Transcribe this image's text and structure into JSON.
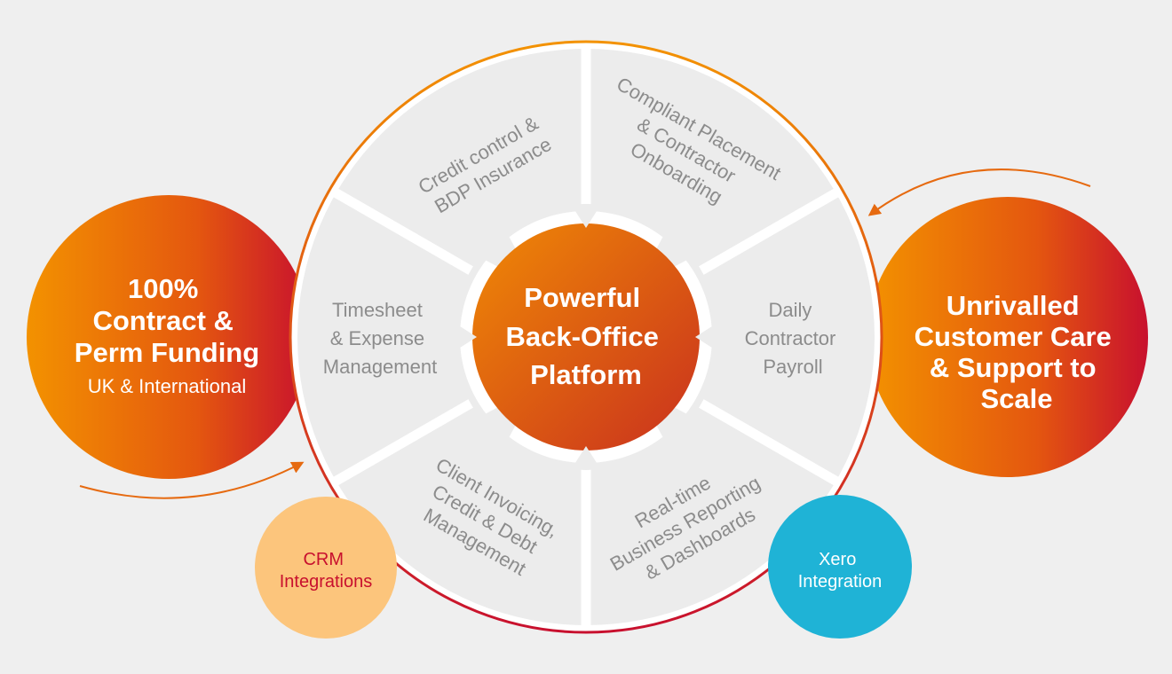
{
  "colors": {
    "background": "#efefef",
    "segment_fill": "#ececec",
    "segment_text": "#8c8c8c",
    "orange": "#f39200",
    "red": "#c8102e",
    "crm_fill": "#fcc57c",
    "crm_text": "#c8102e",
    "xero_fill": "#1fb3d6"
  },
  "hub": {
    "lines": [
      "Powerful",
      "Back-Office",
      "Platform"
    ]
  },
  "segments": {
    "credit": [
      "Credit control &",
      "BDP Insurance"
    ],
    "compliant": [
      "Compliant Placement",
      "& Contractor",
      "Onboarding"
    ],
    "payroll": [
      "Daily",
      "Contractor",
      "Payroll"
    ],
    "reporting": [
      "Real-time",
      "Business Reporting",
      "& Dashboards"
    ],
    "invoicing": [
      "Client Invoicing,",
      "Credit & Debt",
      "Management"
    ],
    "timesheet": [
      "Timesheet",
      "& Expense",
      "Management"
    ]
  },
  "funding": {
    "title_lines": [
      "100%",
      "Contract &",
      "Perm Funding"
    ],
    "subtitle": "UK & International"
  },
  "care": {
    "title_lines": [
      "Unrivalled",
      "Customer Care",
      "& Support to",
      "Scale"
    ]
  },
  "crm": {
    "lines": [
      "CRM",
      "Integrations"
    ]
  },
  "xero": {
    "lines": [
      "Xero",
      "Integration"
    ]
  }
}
